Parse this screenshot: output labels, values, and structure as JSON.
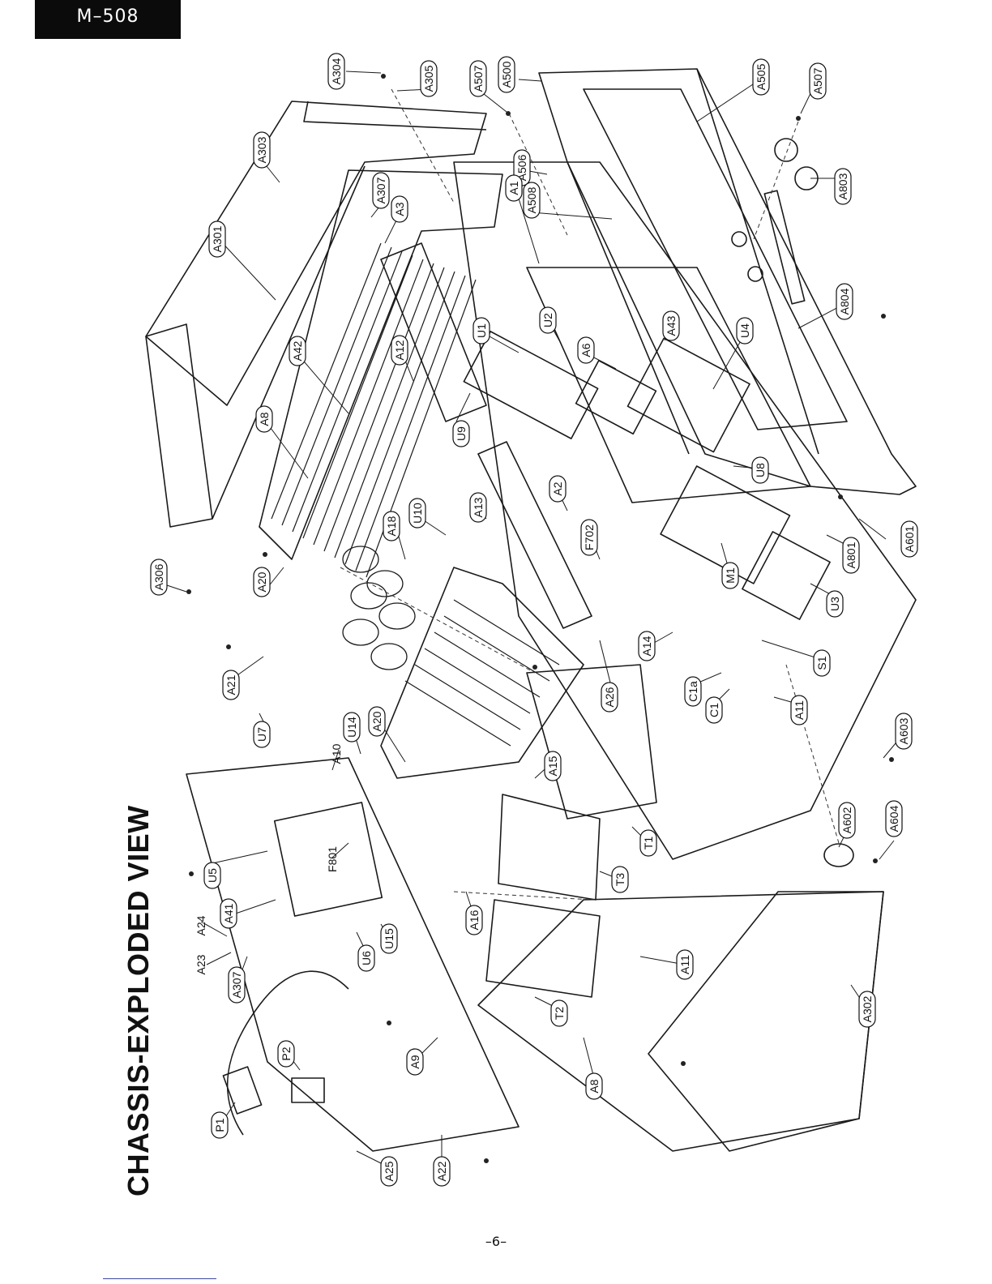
{
  "model": "M–508",
  "title": "CHASSIS-EXPLODED VIEW",
  "page_number": "–6–",
  "part_labels": [
    {
      "text": "A304",
      "id": "a304"
    },
    {
      "text": "A305",
      "id": "a305"
    },
    {
      "text": "A507",
      "id": "a507-top"
    },
    {
      "text": "A500",
      "id": "a500"
    },
    {
      "text": "A505",
      "id": "a505"
    },
    {
      "text": "A507",
      "id": "a507-right"
    },
    {
      "text": "A303",
      "id": "a303"
    },
    {
      "text": "A307",
      "id": "a307-top"
    },
    {
      "text": "A3",
      "id": "a3"
    },
    {
      "text": "A506",
      "id": "a506"
    },
    {
      "text": "A508",
      "id": "a508"
    },
    {
      "text": "A1",
      "id": "a1"
    },
    {
      "text": "A803",
      "id": "a803"
    },
    {
      "text": "A301",
      "id": "a301"
    },
    {
      "text": "A42",
      "id": "a42"
    },
    {
      "text": "A12",
      "id": "a12"
    },
    {
      "text": "U1",
      "id": "u1"
    },
    {
      "text": "U2",
      "id": "u2"
    },
    {
      "text": "A6",
      "id": "a6"
    },
    {
      "text": "A43",
      "id": "a43"
    },
    {
      "text": "U4",
      "id": "u4"
    },
    {
      "text": "A804",
      "id": "a804"
    },
    {
      "text": "A8",
      "id": "a8-top"
    },
    {
      "text": "U9",
      "id": "u9"
    },
    {
      "text": "U8",
      "id": "u8"
    },
    {
      "text": "A18",
      "id": "a18"
    },
    {
      "text": "U10",
      "id": "u10"
    },
    {
      "text": "A13",
      "id": "a13"
    },
    {
      "text": "A2",
      "id": "a2"
    },
    {
      "text": "F702",
      "id": "f702"
    },
    {
      "text": "M1",
      "id": "m1"
    },
    {
      "text": "A801",
      "id": "a801"
    },
    {
      "text": "A601",
      "id": "a601"
    },
    {
      "text": "A306",
      "id": "a306"
    },
    {
      "text": "A20",
      "id": "a20-top"
    },
    {
      "text": "U3",
      "id": "u3"
    },
    {
      "text": "A21",
      "id": "a21"
    },
    {
      "text": "A14",
      "id": "a14"
    },
    {
      "text": "A26",
      "id": "a26"
    },
    {
      "text": "S1",
      "id": "s1"
    },
    {
      "text": "C1a",
      "id": "c1a"
    },
    {
      "text": "C1",
      "id": "c1"
    },
    {
      "text": "A11",
      "id": "a11-top"
    },
    {
      "text": "U7",
      "id": "u7"
    },
    {
      "text": "U14",
      "id": "u14"
    },
    {
      "text": "A20",
      "id": "a20-mid"
    },
    {
      "text": "A10",
      "id": "a10"
    },
    {
      "text": "A603",
      "id": "a603"
    },
    {
      "text": "A15",
      "id": "a15"
    },
    {
      "text": "T1",
      "id": "t1"
    },
    {
      "text": "A602",
      "id": "a602"
    },
    {
      "text": "A604",
      "id": "a604"
    },
    {
      "text": "U5",
      "id": "u5"
    },
    {
      "text": "F801",
      "id": "f801"
    },
    {
      "text": "A41",
      "id": "a41"
    },
    {
      "text": "A16",
      "id": "a16"
    },
    {
      "text": "T3",
      "id": "t3"
    },
    {
      "text": "A24",
      "id": "a24"
    },
    {
      "text": "A23",
      "id": "a23"
    },
    {
      "text": "U6",
      "id": "u6"
    },
    {
      "text": "U15",
      "id": "u15"
    },
    {
      "text": "A11",
      "id": "a11-bottom"
    },
    {
      "text": "A307",
      "id": "a307-bottom"
    },
    {
      "text": "T2",
      "id": "t2"
    },
    {
      "text": "A302",
      "id": "a302"
    },
    {
      "text": "P2",
      "id": "p2"
    },
    {
      "text": "A9",
      "id": "a9"
    },
    {
      "text": "A8",
      "id": "a8-bottom"
    },
    {
      "text": "P1",
      "id": "p1"
    },
    {
      "text": "A25",
      "id": "a25"
    },
    {
      "text": "A22",
      "id": "a22"
    }
  ]
}
